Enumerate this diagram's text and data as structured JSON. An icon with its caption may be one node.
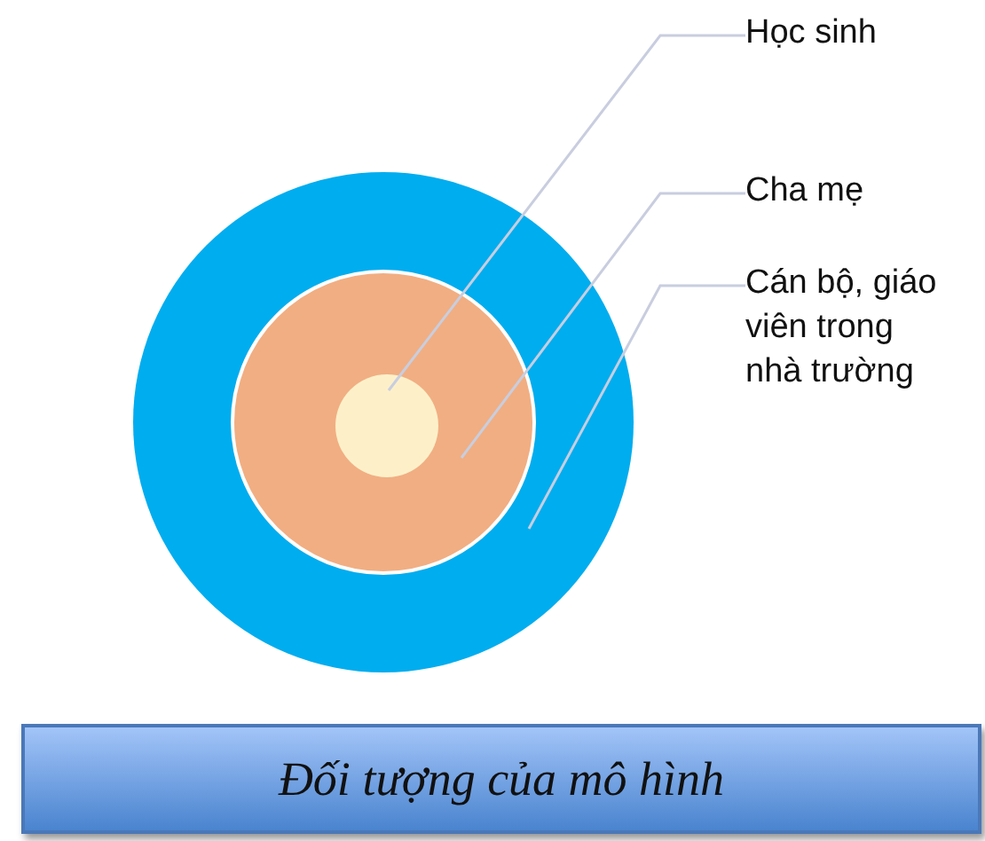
{
  "diagram": {
    "nodes": [
      {
        "text": [],
        "shape": "circle"
      },
      {
        "text": [],
        "shape": "circle",
        "in": 0
      },
      {
        "text": [],
        "shape": "circle",
        "in": 1
      },
      {
        "text": [
          "Học sinh"
        ]
      },
      {
        "text": [
          "Cha mẹ"
        ]
      },
      {
        "text": [
          "Cán bộ, giáo viên trong nhà trường"
        ]
      },
      {
        "text": [
          "Đối tượng của mô hình"
        ]
      }
    ],
    "edges": [
      {
        "from": 3,
        "to": 2,
        "arrow": "none"
      },
      {
        "from": 4,
        "to": 1,
        "arrow": "none"
      },
      {
        "from": 5,
        "to": 0,
        "arrow": "none"
      }
    ]
  }
}
